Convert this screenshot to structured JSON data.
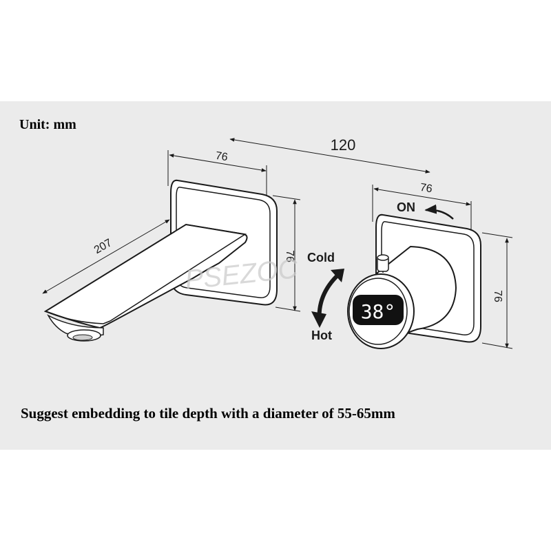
{
  "unit_label": "Unit: mm",
  "dimensions": {
    "overall_width": "120",
    "spout_plate_width": "76",
    "spout_length": "207",
    "spout_plate_height": "76",
    "valve_plate_width": "76",
    "valve_plate_height": "76"
  },
  "labels": {
    "on": "ON",
    "cold": "Cold",
    "hot": "Hot",
    "display_temp": "38°"
  },
  "watermark": "PSEZOC",
  "note": "Suggest embedding to tile depth with a diameter of 55-65mm",
  "colors": {
    "panel_bg": "#ebebeb",
    "line": "#1a1a1a",
    "display_bg": "#111111",
    "display_text": "#ffffff"
  }
}
